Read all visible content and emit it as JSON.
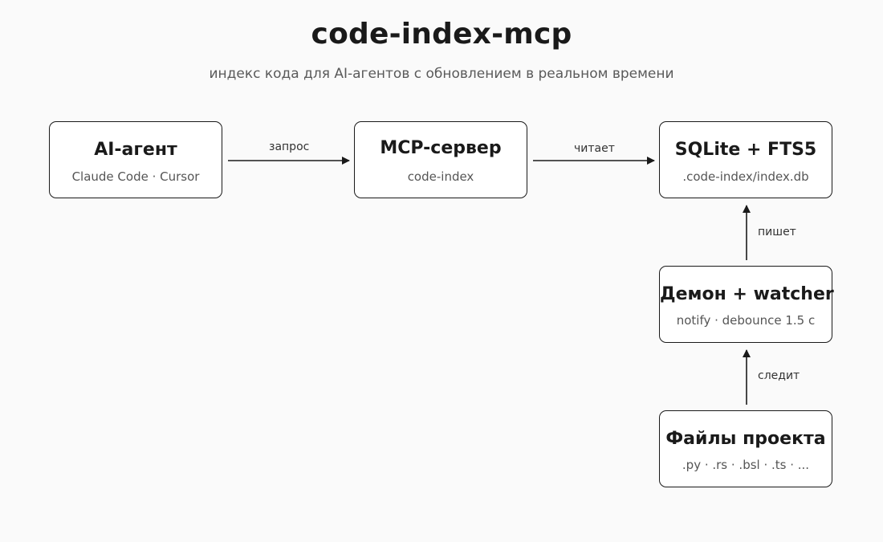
{
  "header": {
    "title": "code-index-mcp",
    "subtitle": "индекс кода для AI-агентов с обновлением в реальном времени"
  },
  "nodes": {
    "ai_agent": {
      "title": "AI-агент",
      "subtitle": "Claude Code · Cursor"
    },
    "mcp_server": {
      "title": "MCP-сервер",
      "subtitle": "code-index"
    },
    "sqlite": {
      "title": "SQLite + FTS5",
      "subtitle": ".code-index/index.db"
    },
    "daemon": {
      "title": "Демон + watcher",
      "subtitle": "notify · debounce 1.5 с"
    },
    "project_files": {
      "title": "Файлы проекта",
      "subtitle": ".py · .rs · .bsl · .ts · ..."
    }
  },
  "edges": {
    "request": "запрос",
    "reads": "читает",
    "writes": "пишет",
    "watches": "следит"
  },
  "colors": {
    "background": "#fafafa",
    "box_border": "#1a1a1a",
    "box_fill": "#ffffff",
    "arrow": "#1a1a1a"
  }
}
